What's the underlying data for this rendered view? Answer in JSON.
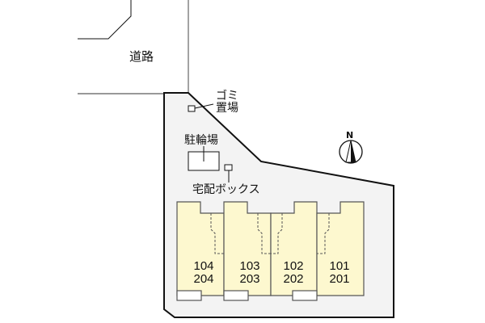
{
  "map": {
    "road_label": "道路",
    "garbage_label_line1": "ゴミ",
    "garbage_label_line2": "置場",
    "bicycle_parking_label": "駐輪場",
    "delivery_box_label": "宅配ボックス",
    "north_label": "N",
    "colors": {
      "lot_fill": "#f3f3f3",
      "building_fill": "#fdf8cf",
      "outline": "#111111",
      "building_outline": "#555555"
    },
    "units": [
      {
        "ground": "104",
        "upper": "204"
      },
      {
        "ground": "103",
        "upper": "203"
      },
      {
        "ground": "102",
        "upper": "202"
      },
      {
        "ground": "101",
        "upper": "201"
      }
    ]
  }
}
